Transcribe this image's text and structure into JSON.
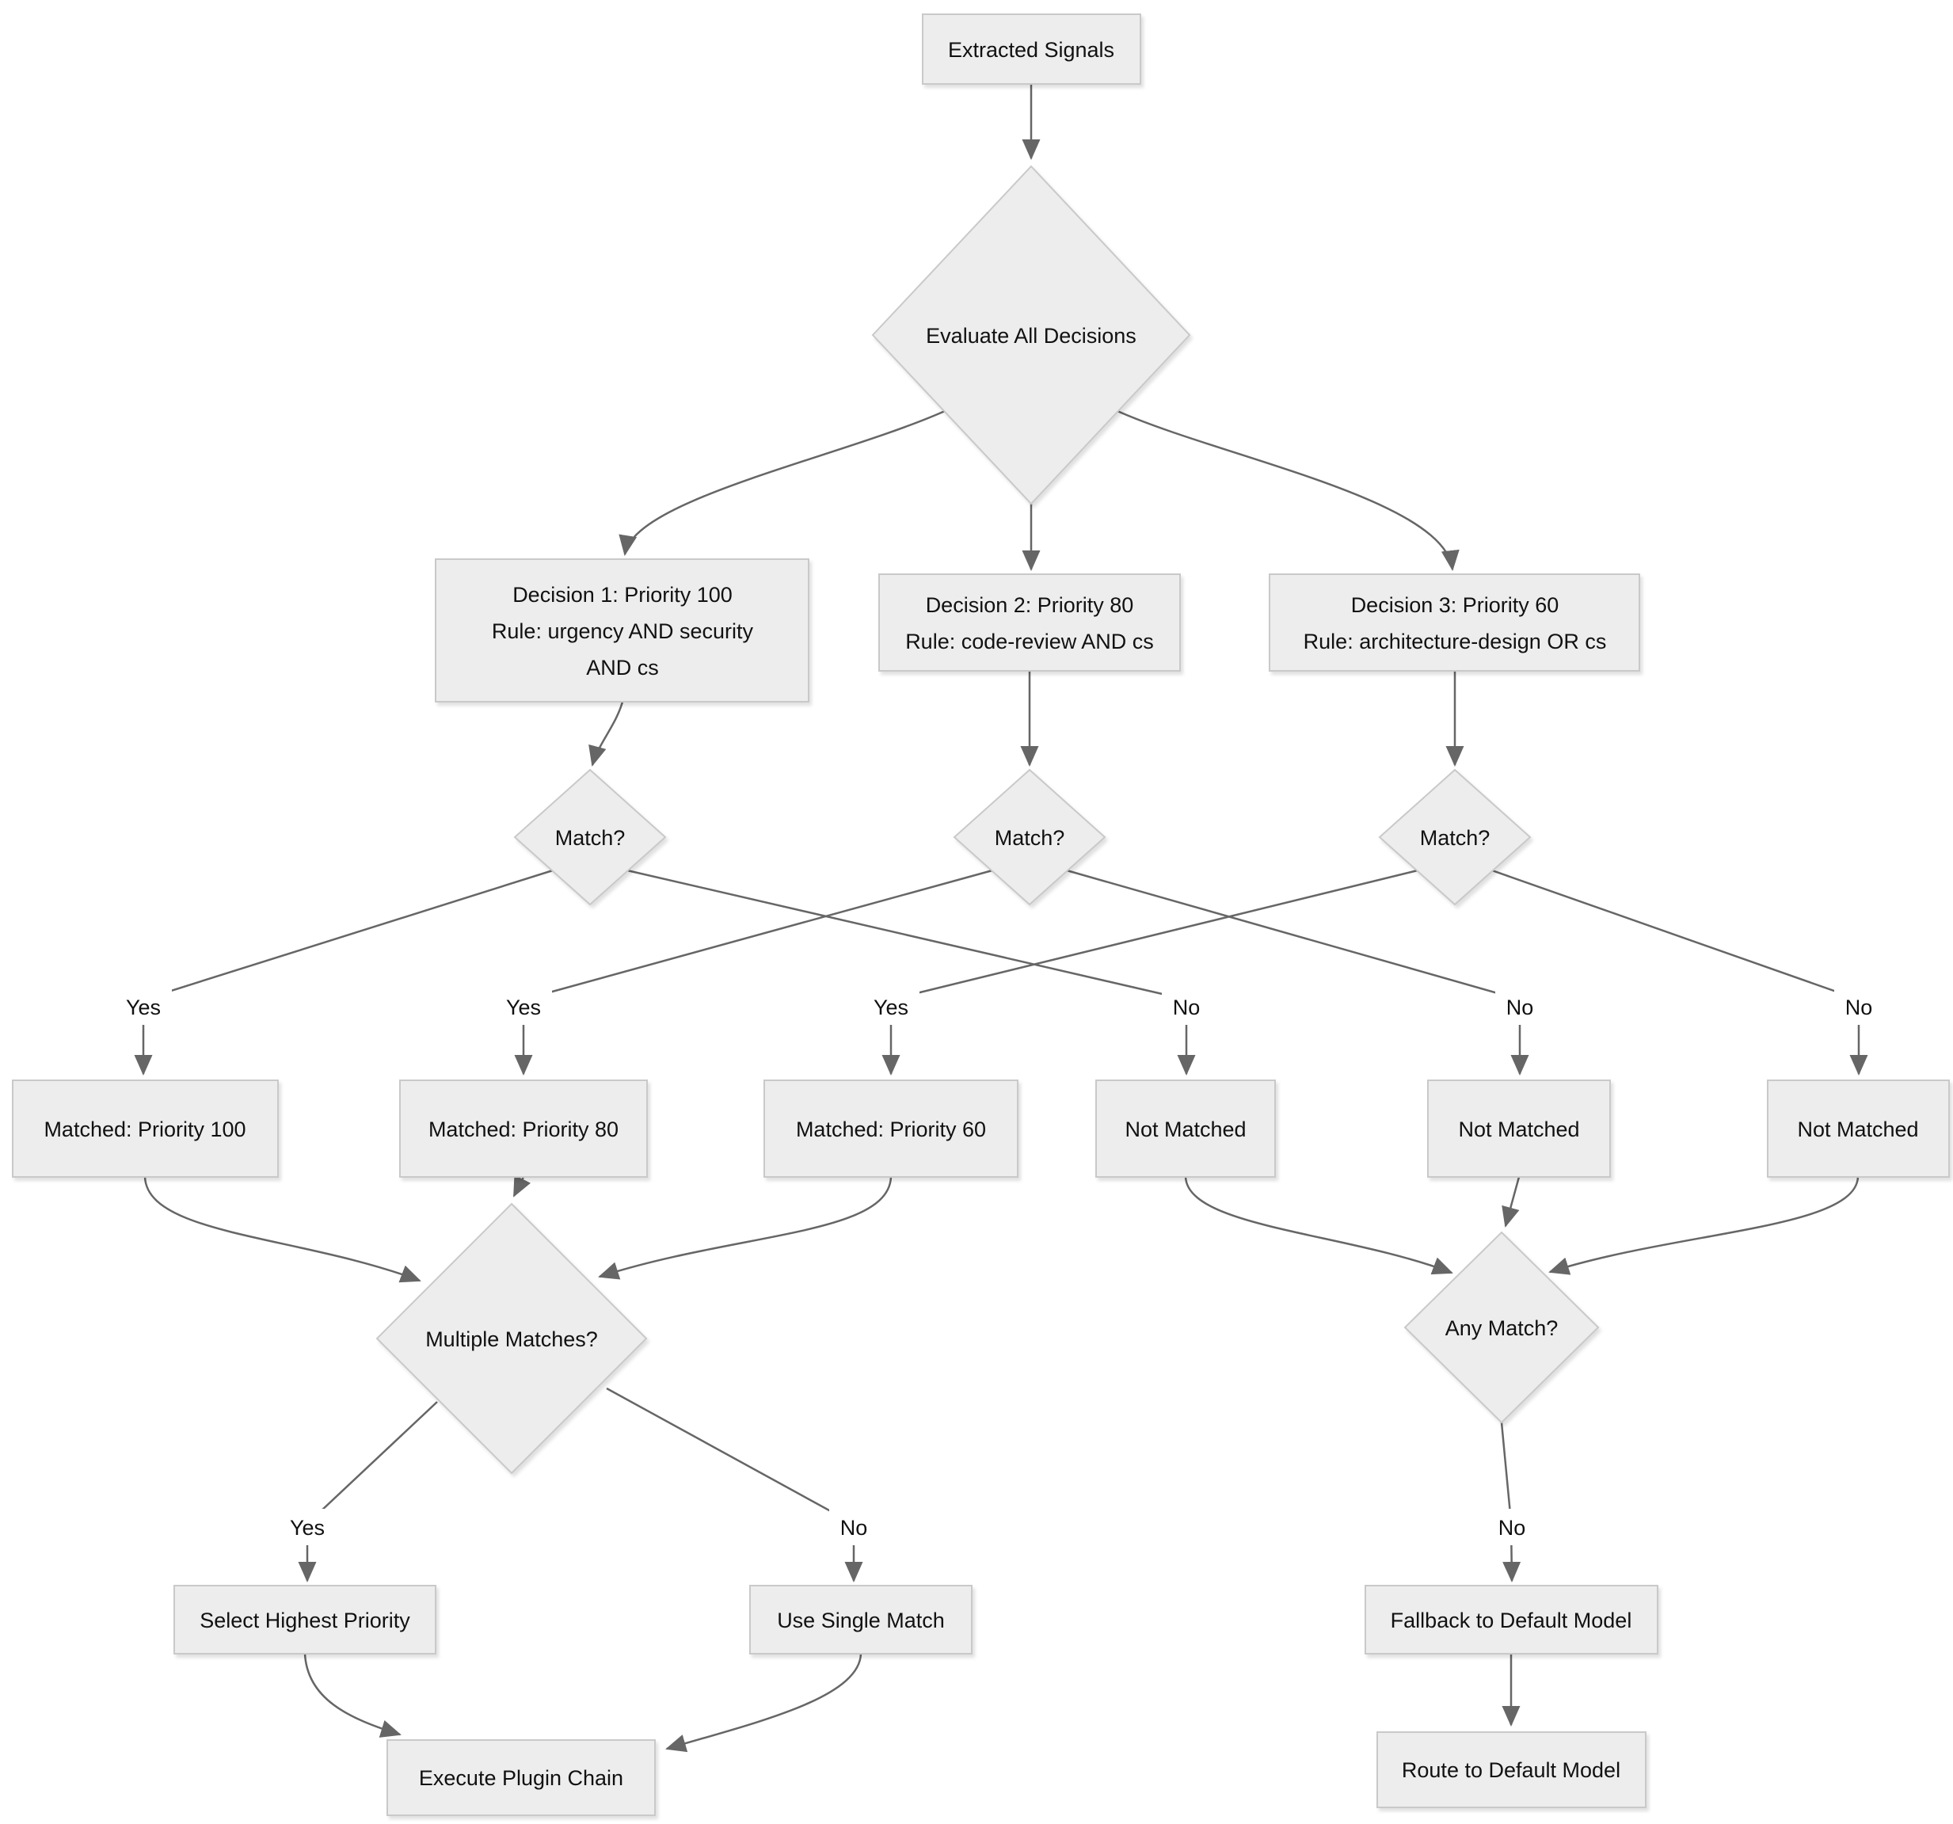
{
  "diagram": {
    "colors": {
      "background": "#ffffff",
      "node_fill": "#ededed",
      "node_border": "#c9c9c9",
      "edge_color": "#666666",
      "text_color": "#111111"
    },
    "nodes": {
      "extracted_signals": {
        "label": "Extracted Signals"
      },
      "evaluate_all": {
        "label": "Evaluate All Decisions"
      },
      "decision1": {
        "lines": [
          "Decision 1: Priority 100",
          "Rule: urgency AND security",
          "AND cs"
        ]
      },
      "decision2": {
        "lines": [
          "Decision 2: Priority 80",
          "Rule: code-review AND cs"
        ]
      },
      "decision3": {
        "lines": [
          "Decision 3: Priority 60",
          "Rule: architecture-design OR cs"
        ]
      },
      "match1": {
        "label": "Match?"
      },
      "match2": {
        "label": "Match?"
      },
      "match3": {
        "label": "Match?"
      },
      "matched100": {
        "label": "Matched: Priority 100"
      },
      "matched80": {
        "label": "Matched: Priority 80"
      },
      "matched60": {
        "label": "Matched: Priority 60"
      },
      "not_matched1": {
        "label": "Not Matched"
      },
      "not_matched2": {
        "label": "Not Matched"
      },
      "not_matched3": {
        "label": "Not Matched"
      },
      "multiple_matches": {
        "label": "Multiple Matches?"
      },
      "any_match": {
        "label": "Any Match?"
      },
      "select_highest": {
        "label": "Select Highest Priority"
      },
      "use_single": {
        "label": "Use Single Match"
      },
      "fallback": {
        "label": "Fallback to Default Model"
      },
      "execute_chain": {
        "label": "Execute Plugin Chain"
      },
      "route_default": {
        "label": "Route to Default Model"
      }
    },
    "edge_labels": {
      "match1_yes": "Yes",
      "match2_yes": "Yes",
      "match3_yes": "Yes",
      "match1_no": "No",
      "match2_no": "No",
      "match3_no": "No",
      "multiple_yes": "Yes",
      "multiple_no": "No",
      "any_no": "No"
    }
  }
}
